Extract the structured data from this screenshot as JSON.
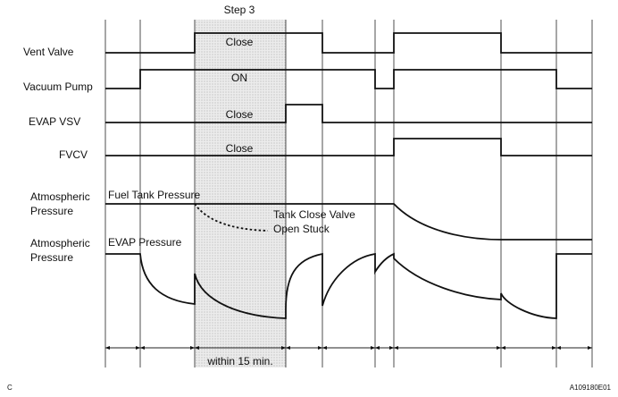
{
  "step_label": "Step 3",
  "signals": {
    "vent_valve": "Vent Valve",
    "vacuum_pump": "Vacuum Pump",
    "evap_vsv": "EVAP VSV",
    "fvcv": "FVCV"
  },
  "state_labels": {
    "vent_valve": "Close",
    "vacuum_pump": "ON",
    "evap_vsv": "Close",
    "fvcv": "Close"
  },
  "pressure": {
    "fuel_tank_label": [
      "Atmospheric",
      "Pressure"
    ],
    "fuel_tank_name": "Fuel Tank Pressure",
    "evap_label": [
      "Atmospheric",
      "Pressure"
    ],
    "evap_name": "EVAP Pressure",
    "annotation": [
      "Tank Close Valve",
      "Open Stuck"
    ]
  },
  "duration_label": "within 15 min.",
  "corner_left": "C",
  "figure_id": "A109180E01"
}
